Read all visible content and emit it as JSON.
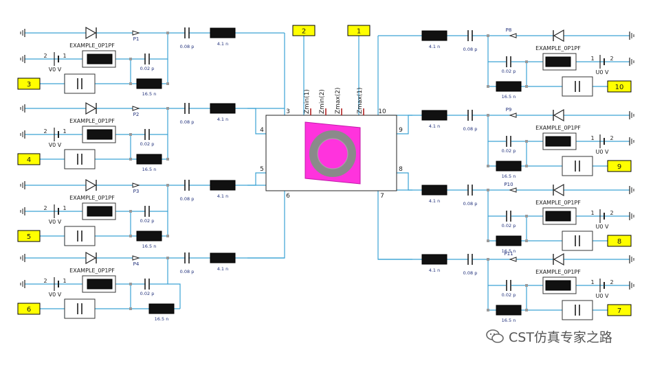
{
  "colors": {
    "wire": "#3aa2d4",
    "port_fill": "#ffff00",
    "resistor_fill": "#111111",
    "text": "#1a1a1a",
    "value_text": "#1f2f7a",
    "block_magenta": "#ff33dd",
    "ring": "#8a8a8a"
  },
  "center_block": {
    "pins_left": [
      "3",
      "4",
      "5",
      "6"
    ],
    "pins_right": [
      "10",
      "9",
      "8",
      "7"
    ],
    "top_labels": [
      "Zmin(1)",
      "Zmin(2)",
      "Zmax(2)",
      "Zmax(1)"
    ]
  },
  "top_ports": {
    "left": "2",
    "right": "1"
  },
  "left_channels": [
    {
      "port": "3",
      "probe": "P1"
    },
    {
      "port": "4",
      "probe": "P2"
    },
    {
      "port": "5",
      "probe": "P3"
    },
    {
      "port": "6",
      "probe": "P4"
    }
  ],
  "right_channels": [
    {
      "port": "10",
      "probe": "P8"
    },
    {
      "port": "9",
      "probe": "P9"
    },
    {
      "port": "8",
      "probe": "P10"
    },
    {
      "port": "7",
      "probe": "P11"
    }
  ],
  "component_labels": {
    "diode": "EXAMPLE_0P1PF",
    "cap_series": "0.08 p",
    "ind_series": "4.1 n",
    "cap_bias": "0.02 p",
    "ind_bias": "16.5 n",
    "src_left": "V0 V",
    "src_right": "U0 V",
    "pin_a": "1",
    "pin_b": "2"
  },
  "watermark": {
    "text": "CST仿真专家之路",
    "icon": "wechat-icon"
  }
}
